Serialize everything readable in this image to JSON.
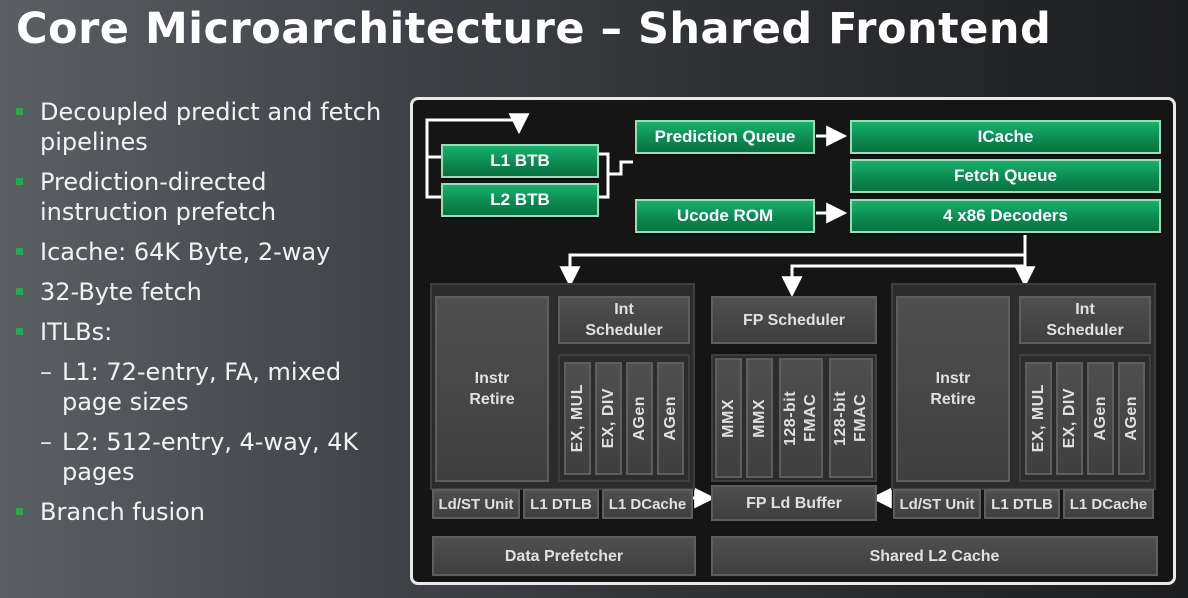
{
  "title": "Core Microarchitecture – Shared Frontend",
  "bullets": [
    {
      "level": 1,
      "text": "Decoupled predict and fetch pipelines"
    },
    {
      "level": 1,
      "text": "Prediction-directed instruction prefetch"
    },
    {
      "level": 1,
      "text": "Icache: 64K Byte, 2-way"
    },
    {
      "level": 1,
      "text": "32-Byte fetch"
    },
    {
      "level": 1,
      "text": "ITLBs:"
    },
    {
      "level": 2,
      "text": "L1: 72-entry, FA, mixed page sizes"
    },
    {
      "level": 2,
      "text": "L2: 512-entry, 4-way, 4K pages"
    },
    {
      "level": 1,
      "text": "Branch fusion"
    }
  ],
  "bullet_marks": {
    "level1": "▪",
    "level2": "–"
  },
  "frontend": {
    "l1_btb": "L1 BTB",
    "l2_btb": "L2 BTB",
    "prediction_queue": "Prediction Queue",
    "icache": "ICache",
    "fetch_queue": "Fetch Queue",
    "ucode_rom": "Ucode ROM",
    "decoders": "4 x86 Decoders"
  },
  "core_left": {
    "instr_retire": "Instr Retire",
    "int_scheduler": "Int Scheduler",
    "units": [
      "EX, MUL",
      "EX, DIV",
      "AGen",
      "AGen"
    ],
    "ldst_unit": "Ld/ST Unit",
    "l1_dtlb": "L1 DTLB",
    "l1_dcache": "L1 DCache"
  },
  "fpu": {
    "fp_scheduler": "FP Scheduler",
    "units": [
      "MMX",
      "MMX",
      "128-bit FMAC",
      "128-bit FMAC"
    ],
    "fp_ld_buffer": "FP Ld Buffer"
  },
  "core_right": {
    "instr_retire": "Instr Retire",
    "int_scheduler": "Int Scheduler",
    "units": [
      "EX, MUL",
      "EX, DIV",
      "AGen",
      "AGen"
    ],
    "ldst_unit": "Ld/ST Unit",
    "l1_dtlb": "L1 DTLB",
    "l1_dcache": "L1 DCache"
  },
  "data_prefetcher": "Data Prefetcher",
  "shared_l2": "Shared L2 Cache",
  "colors": {
    "green_block": "#0d8a52",
    "green_border": "#9bdcb8",
    "grey_block": "#454545",
    "bullet_green": "#27a84a",
    "panel_border": "#e9e9e9"
  }
}
